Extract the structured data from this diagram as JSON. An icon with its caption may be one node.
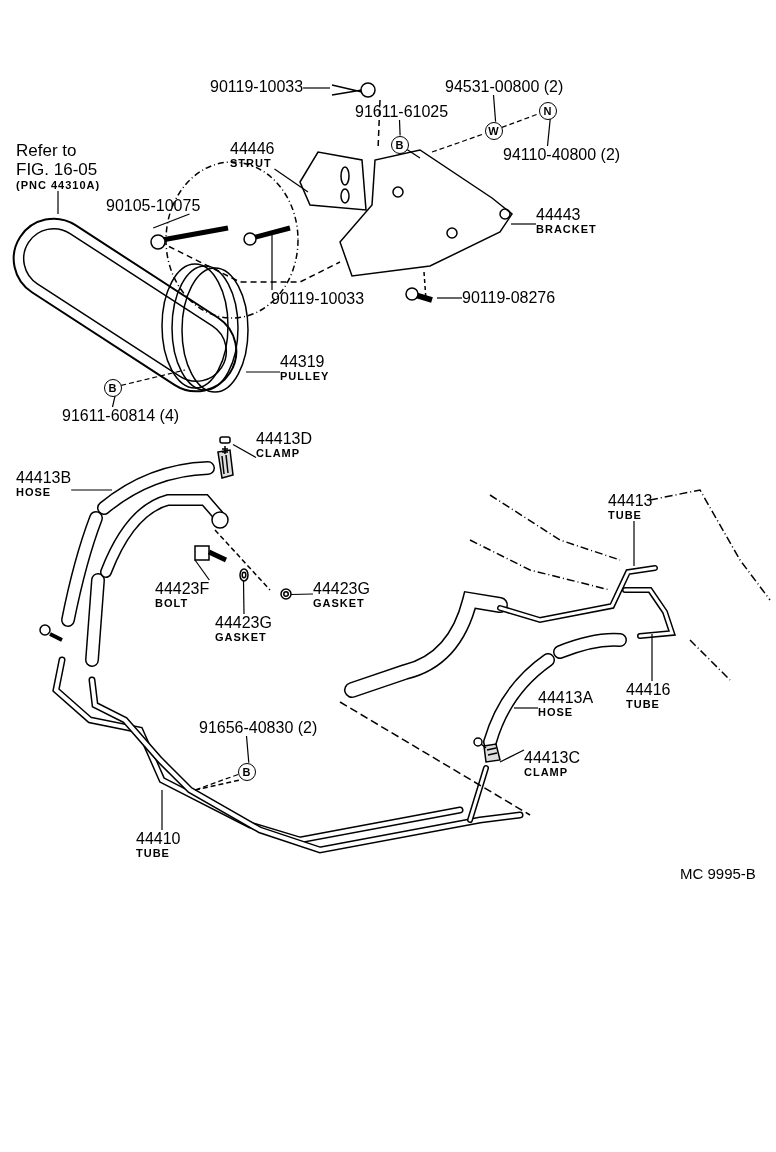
{
  "diagram": {
    "nodes": [
      {
        "text": [
          "Refer to FIG. 16-05",
          "(PNC 44310A)"
        ]
      },
      {
        "text": [
          "90119-10033"
        ]
      },
      {
        "text": [
          "91611-61025"
        ]
      },
      {
        "text": [
          "B"
        ]
      },
      {
        "text": [
          "94531-00800 (2)"
        ]
      },
      {
        "text": [
          "W"
        ]
      },
      {
        "text": [
          "N"
        ]
      },
      {
        "text": [
          "94110-40800 (2)"
        ]
      },
      {
        "text": [
          "44446",
          "STRUT"
        ]
      },
      {
        "text": [
          "90105-10075"
        ]
      },
      {
        "text": [
          "44443",
          "BRACKET"
        ]
      },
      {
        "text": [
          "90119-10033"
        ]
      },
      {
        "text": [
          "90119-08276"
        ]
      },
      {
        "text": [
          "44319",
          "PULLEY"
        ]
      },
      {
        "text": [
          "B"
        ]
      },
      {
        "text": [
          "91611-60814 (4)"
        ]
      },
      {
        "text": [
          "44413D",
          "CLAMP"
        ]
      },
      {
        "text": [
          "44413B",
          "HOSE"
        ]
      },
      {
        "text": [
          "44423F",
          "BOLT"
        ]
      },
      {
        "text": [
          "44423G",
          "GASKET"
        ]
      },
      {
        "text": [
          "44423G",
          "GASKET"
        ]
      },
      {
        "text": [
          "44413",
          "TUBE"
        ]
      },
      {
        "text": [
          "44416",
          "TUBE"
        ]
      },
      {
        "text": [
          "44413A",
          "HOSE"
        ]
      },
      {
        "text": [
          "44413C",
          "CLAMP"
        ]
      },
      {
        "text": [
          "91656-40830 (2)"
        ]
      },
      {
        "text": [
          "B"
        ]
      },
      {
        "text": [
          "44410",
          "TUBE"
        ]
      },
      {
        "text": [],
        "shape": "picture"
      },
      {
        "text": [],
        "shape": "picture"
      },
      {
        "text": [],
        "shape": "picture"
      },
      {
        "text": [],
        "shape": "circle"
      },
      {
        "text": [],
        "shape": "circle"
      },
      {
        "text": [],
        "shape": "picture"
      }
    ],
    "edges": [
      {
        "from": 0,
        "to": null,
        "arrow": "none"
      },
      {
        "from": 1,
        "to": null,
        "arrow": "none"
      },
      {
        "from": 2,
        "to": 3,
        "arrow": "none"
      },
      {
        "from": 3,
        "to": null,
        "arrow": "none"
      },
      {
        "from": null,
        "to": 5,
        "arrow": "none",
        "style": "dashed"
      },
      {
        "from": 5,
        "to": 6,
        "arrow": "none",
        "style": "dashed"
      },
      {
        "from": 4,
        "to": 5,
        "arrow": "none"
      },
      {
        "from": 7,
        "to": 6,
        "arrow": "none"
      },
      {
        "from": 8,
        "to": null,
        "arrow": "none"
      },
      {
        "from": 9,
        "to": 28,
        "arrow": "none"
      },
      {
        "from": 10,
        "to": null,
        "arrow": "none"
      },
      {
        "from": 11,
        "to": null,
        "arrow": "none"
      },
      {
        "from": 12,
        "to": null,
        "arrow": "none"
      },
      {
        "from": 13,
        "to": null,
        "arrow": "none"
      },
      {
        "from": 15,
        "to": 14,
        "arrow": "none"
      },
      {
        "from": 14,
        "to": null,
        "arrow": "none",
        "style": "dashed"
      },
      {
        "from": 16,
        "to": 29,
        "arrow": "none"
      },
      {
        "from": 17,
        "to": null,
        "arrow": "none"
      },
      {
        "from": 18,
        "to": 30,
        "arrow": "none"
      },
      {
        "from": 19,
        "to": 31,
        "arrow": "none"
      },
      {
        "from": 20,
        "to": 32,
        "arrow": "none"
      },
      {
        "from": 21,
        "to": null,
        "arrow": "none"
      },
      {
        "from": 22,
        "to": null,
        "arrow": "none"
      },
      {
        "from": 23,
        "to": null,
        "arrow": "none"
      },
      {
        "from": 24,
        "to": 33,
        "arrow": "none"
      },
      {
        "from": 25,
        "to": 26,
        "arrow": "none"
      },
      {
        "from": 26,
        "to": null,
        "arrow": "none",
        "style": "dashed"
      },
      {
        "from": 27,
        "to": null,
        "arrow": "none"
      }
    ],
    "labels": [
      "MC 9995-B"
    ]
  }
}
